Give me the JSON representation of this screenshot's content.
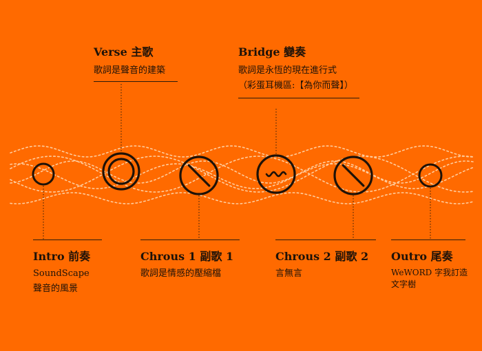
{
  "colors": {
    "background": "#FF6A00",
    "ink": "#1e1208",
    "wave": "#FFD8B0"
  },
  "sections": {
    "verse": {
      "title": "Verse 主歌",
      "lines": [
        "歌詞是聲音的建築"
      ]
    },
    "bridge": {
      "title": "Bridge 變奏",
      "lines": [
        "歌詞是永恆的現在進行式",
        "（彩蛋耳機區:【為你而聲】）"
      ]
    },
    "intro": {
      "title": "Intro 前奏",
      "lines": [
        "SoundScape",
        "聲音的風景"
      ]
    },
    "chorus1": {
      "title": "Chrous 1 副歌 1",
      "lines": [
        "歌詞是情感的壓縮檔"
      ]
    },
    "chorus2": {
      "title": "Chrous 2 副歌 2",
      "lines": [
        "言無言"
      ]
    },
    "outro": {
      "title": "Outro 尾奏",
      "lines": [
        "WeWORD 字我訂造",
        "文字樹"
      ]
    }
  },
  "nodes": [
    {
      "id": "intro",
      "icon": "small-ring-icon"
    },
    {
      "id": "verse",
      "icon": "double-ring-icon"
    },
    {
      "id": "chorus1",
      "icon": "slash-circle-icon"
    },
    {
      "id": "bridge",
      "icon": "wave-circle-icon"
    },
    {
      "id": "chorus2",
      "icon": "slash-circle-icon"
    },
    {
      "id": "outro",
      "icon": "small-ring-icon"
    }
  ]
}
